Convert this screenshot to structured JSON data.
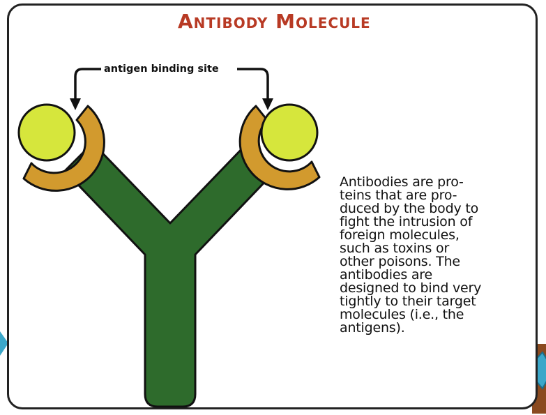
{
  "title": "Antibody Molecule",
  "binding_label": "antigen binding site",
  "description_lines": [
    "Antibodies are pro-",
    "teins that are pro-",
    "duced by the body to",
    "fight the intrusion of",
    "foreign molecules,",
    "such as toxins or",
    "other poisons. The",
    "antibodies are",
    "designed to bind very",
    "tightly to their target",
    "molecules (i.e., the",
    "antigens)."
  ],
  "colors": {
    "title": "#b83a24",
    "antibody": "#2e6b2c",
    "antigen": "#d6e63c",
    "binding_cup": "#d29a2e",
    "slide_accent": "#3ba7c9"
  }
}
